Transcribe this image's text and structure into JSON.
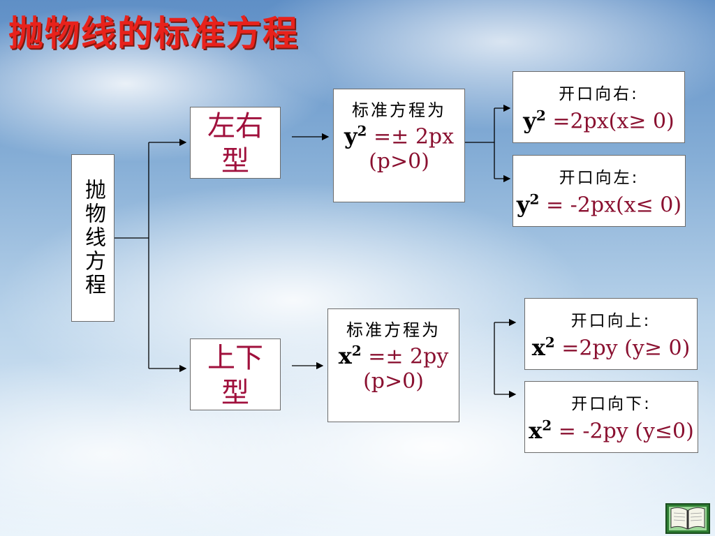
{
  "title": "抛物线的标准方程",
  "root": "抛物线方程",
  "types": {
    "lr": "左右型",
    "ud": "上下型"
  },
  "lr_std": {
    "head": "标准方程为",
    "var": "y",
    "exp": "2",
    "rhs": "=± 2px",
    "cond": "(p>0)"
  },
  "ud_std": {
    "head": "标准方程为",
    "var": "x",
    "exp": "2",
    "rhs": "=± 2py",
    "cond": "(p>0)"
  },
  "results": {
    "right": {
      "head": "开口向右:",
      "var": "y",
      "exp": "2",
      "rhs": "=2px(x≥ 0)"
    },
    "left": {
      "head": "开口向左:",
      "var": "y",
      "exp": "2",
      "rhs": "= -2px(x≤ 0)"
    },
    "up": {
      "head": "开口向上:",
      "var": "x",
      "exp": "2",
      "rhs": "=2py (y≥ 0)"
    },
    "down": {
      "head": "开口向下:",
      "var": "x",
      "exp": "2",
      "rhs": "= -2py (y≤0)"
    }
  },
  "colors": {
    "title": "#e8221c",
    "type_text": "#a0103c",
    "formula": "#8a1030"
  },
  "icons": {
    "corner": "book-icon"
  }
}
